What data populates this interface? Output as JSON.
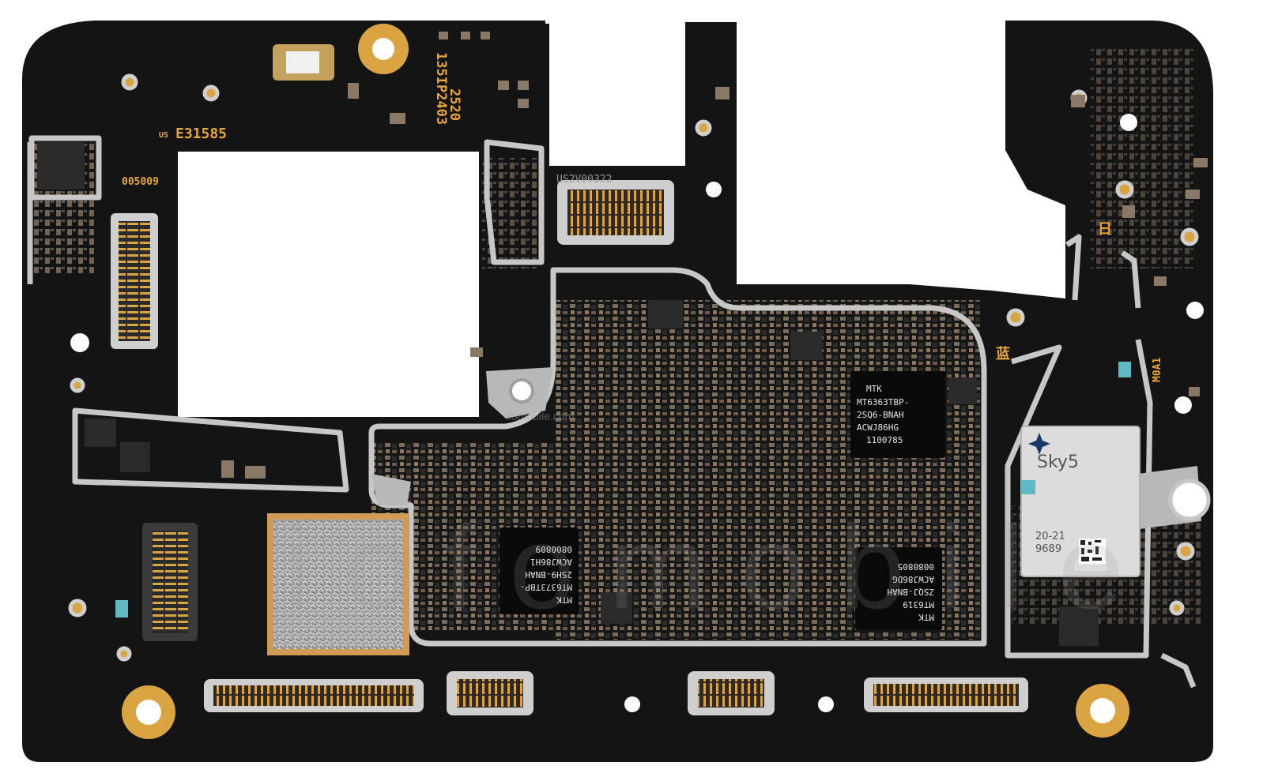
{
  "photo": {
    "silkscreen": {
      "board_id_top": "2520",
      "board_id_bottom": "135IP2403",
      "cert_mark": "E31585",
      "cert_prefix": "US",
      "board_code_left": "005009",
      "board_code_center": "US2V00322",
      "moa": "M0A1",
      "cn_blue": "蓝",
      "cn_day": "日"
    },
    "chips": {
      "pmic_main": [
        "MTK",
        "MT6363TBP-",
        "2SQ6-BNAH",
        "ACWJ86HG",
        "1100785"
      ],
      "pmic_second": [
        "MTK",
        "MT6373TBP-",
        "2SH9-BNAH",
        "ACWJ86H1",
        "0800809"
      ],
      "pmic_third": [
        "MTK",
        "MT6319",
        "ZSQJ-BNAH",
        "ACWJ86DG",
        "0080805"
      ],
      "rf_module": [
        "Sky5",
        "20-21",
        "9689"
      ]
    },
    "watermark": "iofomobile",
    "watermark_url": "ifomobile.com",
    "colors": {
      "board": "#141414",
      "shield": "#c7c7c7",
      "gold": "#d9a441",
      "silk": "#e8a63a",
      "component": "#6a5a4c"
    }
  }
}
